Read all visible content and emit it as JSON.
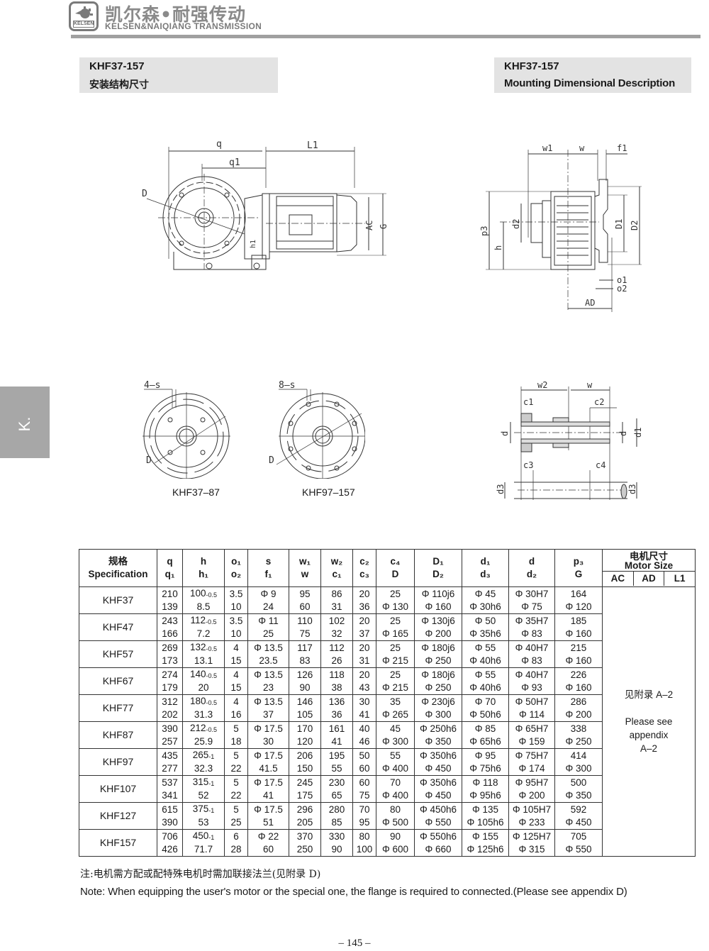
{
  "header": {
    "logo_text": "KELSEN",
    "brand_cn": "凯尔森•耐强传动",
    "brand_en": "KELSEN&NAIQIANG TRANSMISSION"
  },
  "side_tab": {
    "label": "K."
  },
  "title_left": {
    "model": "KHF37-157",
    "subtitle": "安装结构尺寸"
  },
  "title_right": {
    "model": "KHF37-157",
    "subtitle": "Mounting Dimensional Description"
  },
  "drawings": {
    "front_view_labels": [
      "q",
      "q1",
      "L1",
      "D",
      "AC",
      "G",
      "h1"
    ],
    "side_view_labels": [
      "w1",
      "w",
      "f1",
      "p3",
      "d2",
      "h",
      "D1",
      "D2",
      "o1",
      "o2",
      "AD"
    ],
    "flange_4": {
      "label": "4–s",
      "d_label": "D",
      "caption": "KHF37–87"
    },
    "flange_8": {
      "label": "8–s",
      "d_label": "D",
      "caption": "KHF97–157"
    },
    "shaft_view_labels": [
      "w2",
      "w",
      "c1",
      "c2",
      "d",
      "d",
      "d1",
      "c3",
      "c4",
      "d3",
      "d3"
    ]
  },
  "table": {
    "headers": [
      {
        "top": "规格",
        "bottom": "Specification"
      },
      {
        "top": "q",
        "bottom": "q₁"
      },
      {
        "top": "h",
        "bottom": "h₁"
      },
      {
        "top": "o₁",
        "bottom": "o₂"
      },
      {
        "top": "s",
        "bottom": "f₁"
      },
      {
        "top": "w₁",
        "bottom": "w"
      },
      {
        "top": "w₂",
        "bottom": "c₁"
      },
      {
        "top": "c₂",
        "bottom": "c₃"
      },
      {
        "top": "c₄",
        "bottom": "D"
      },
      {
        "top": "D₁",
        "bottom": "D₂"
      },
      {
        "top": "d₁",
        "bottom": "d₃"
      },
      {
        "top": "d",
        "bottom": "d₂"
      },
      {
        "top": "p₃",
        "bottom": "G"
      }
    ],
    "motor_header": {
      "cn": "电机尺寸",
      "en": "Motor Size",
      "cols": [
        "AC",
        "AD",
        "L1"
      ]
    },
    "motor_note": {
      "cn": "见附录 A–2",
      "en1": "Please see",
      "en2": "appendix",
      "en3": "A–2"
    },
    "rows": [
      {
        "model": "KHF37",
        "q": [
          "210",
          "139"
        ],
        "h": [
          "100",
          "-0.5",
          "8.5"
        ],
        "o": [
          "3.5",
          "10"
        ],
        "s": [
          "Φ 9",
          "24"
        ],
        "w": [
          "95",
          "60"
        ],
        "w2": [
          "86",
          "31"
        ],
        "c": [
          "20",
          "36"
        ],
        "c4": [
          "25",
          "Φ 130"
        ],
        "D1": [
          "Φ 110j6",
          "Φ 160"
        ],
        "d1": [
          "Φ 45",
          "Φ 30h6"
        ],
        "d": [
          "Φ 30H7",
          "Φ 75"
        ],
        "p3": [
          "164",
          "Φ 120"
        ]
      },
      {
        "model": "KHF47",
        "q": [
          "243",
          "166"
        ],
        "h": [
          "112",
          "-0.5",
          "7.2"
        ],
        "o": [
          "3.5",
          "10"
        ],
        "s": [
          "Φ 11",
          "25"
        ],
        "w": [
          "110",
          "75"
        ],
        "w2": [
          "102",
          "32"
        ],
        "c": [
          "20",
          "37"
        ],
        "c4": [
          "25",
          "Φ 165"
        ],
        "D1": [
          "Φ 130j6",
          "Φ 200"
        ],
        "d1": [
          "Φ 50",
          "Φ 35h6"
        ],
        "d": [
          "Φ 35H7",
          "Φ 83"
        ],
        "p3": [
          "185",
          "Φ 160"
        ]
      },
      {
        "model": "KHF57",
        "q": [
          "269",
          "173"
        ],
        "h": [
          "132",
          "-0.5",
          "13.1"
        ],
        "o": [
          "4",
          "15"
        ],
        "s": [
          "Φ 13.5",
          "23.5"
        ],
        "w": [
          "117",
          "83"
        ],
        "w2": [
          "112",
          "26"
        ],
        "c": [
          "20",
          "31"
        ],
        "c4": [
          "25",
          "Φ 215"
        ],
        "D1": [
          "Φ 180j6",
          "Φ 250"
        ],
        "d1": [
          "Φ 55",
          "Φ 40h6"
        ],
        "d": [
          "Φ 40H7",
          "Φ 83"
        ],
        "p3": [
          "215",
          "Φ 160"
        ]
      },
      {
        "model": "KHF67",
        "q": [
          "274",
          "179"
        ],
        "h": [
          "140",
          "-0.5",
          "20"
        ],
        "o": [
          "4",
          "15"
        ],
        "s": [
          "Φ 13.5",
          "23"
        ],
        "w": [
          "126",
          "90"
        ],
        "w2": [
          "118",
          "38"
        ],
        "c": [
          "20",
          "43"
        ],
        "c4": [
          "25",
          "Φ 215"
        ],
        "D1": [
          "Φ 180j6",
          "Φ 250"
        ],
        "d1": [
          "Φ 55",
          "Φ 40h6"
        ],
        "d": [
          "Φ 40H7",
          "Φ 93"
        ],
        "p3": [
          "226",
          "Φ 160"
        ]
      },
      {
        "model": "KHF77",
        "q": [
          "312",
          "202"
        ],
        "h": [
          "180",
          "-0.5",
          "31.3"
        ],
        "o": [
          "4",
          "16"
        ],
        "s": [
          "Φ 13.5",
          "37"
        ],
        "w": [
          "146",
          "105"
        ],
        "w2": [
          "136",
          "36"
        ],
        "c": [
          "30",
          "41"
        ],
        "c4": [
          "35",
          "Φ 265"
        ],
        "D1": [
          "Φ 230j6",
          "Φ 300"
        ],
        "d1": [
          "Φ 70",
          "Φ 50h6"
        ],
        "d": [
          "Φ 50H7",
          "Φ 114"
        ],
        "p3": [
          "286",
          "Φ 200"
        ]
      },
      {
        "model": "KHF87",
        "q": [
          "390",
          "257"
        ],
        "h": [
          "212",
          "-0.5",
          "25.9"
        ],
        "o": [
          "5",
          "18"
        ],
        "s": [
          "Φ 17.5",
          "30"
        ],
        "w": [
          "170",
          "120"
        ],
        "w2": [
          "161",
          "41"
        ],
        "c": [
          "40",
          "46"
        ],
        "c4": [
          "45",
          "Φ 300"
        ],
        "D1": [
          "Φ 250h6",
          "Φ 350"
        ],
        "d1": [
          "Φ 85",
          "Φ 65h6"
        ],
        "d": [
          "Φ 65H7",
          "Φ 159"
        ],
        "p3": [
          "338",
          "Φ 250"
        ]
      },
      {
        "model": "KHF97",
        "q": [
          "435",
          "277"
        ],
        "h": [
          "265",
          "-1",
          "32.3"
        ],
        "o": [
          "5",
          "22"
        ],
        "s": [
          "Φ 17.5",
          "41.5"
        ],
        "w": [
          "206",
          "150"
        ],
        "w2": [
          "195",
          "55"
        ],
        "c": [
          "50",
          "60"
        ],
        "c4": [
          "55",
          "Φ 400"
        ],
        "D1": [
          "Φ 350h6",
          "Φ 450"
        ],
        "d1": [
          "Φ 95",
          "Φ 75h6"
        ],
        "d": [
          "Φ 75H7",
          "Φ 174"
        ],
        "p3": [
          "414",
          "Φ 300"
        ]
      },
      {
        "model": "KHF107",
        "q": [
          "537",
          "341"
        ],
        "h": [
          "315",
          "-1",
          "52"
        ],
        "o": [
          "5",
          "22"
        ],
        "s": [
          "Φ 17.5",
          "41"
        ],
        "w": [
          "245",
          "175"
        ],
        "w2": [
          "230",
          "65"
        ],
        "c": [
          "60",
          "75"
        ],
        "c4": [
          "70",
          "Φ 400"
        ],
        "D1": [
          "Φ 350h6",
          "Φ 450"
        ],
        "d1": [
          "Φ 118",
          "Φ 95h6"
        ],
        "d": [
          "Φ 95H7",
          "Φ 200"
        ],
        "p3": [
          "500",
          "Φ 350"
        ]
      },
      {
        "model": "KHF127",
        "q": [
          "615",
          "390"
        ],
        "h": [
          "375",
          "-1",
          "53"
        ],
        "o": [
          "5",
          "25"
        ],
        "s": [
          "Φ 17.5",
          "51"
        ],
        "w": [
          "296",
          "205"
        ],
        "w2": [
          "280",
          "85"
        ],
        "c": [
          "70",
          "95"
        ],
        "c4": [
          "80",
          "Φ 500"
        ],
        "D1": [
          "Φ 450h6",
          "Φ 550"
        ],
        "d1": [
          "Φ 135",
          "Φ 105h6"
        ],
        "d": [
          "Φ 105H7",
          "Φ 233"
        ],
        "p3": [
          "592",
          "Φ 450"
        ]
      },
      {
        "model": "KHF157",
        "q": [
          "706",
          "426"
        ],
        "h": [
          "450",
          "-1",
          "71.7"
        ],
        "o": [
          "6",
          "28"
        ],
        "s": [
          "Φ 22",
          "60"
        ],
        "w": [
          "370",
          "250"
        ],
        "w2": [
          "330",
          "90"
        ],
        "c": [
          "80",
          "100"
        ],
        "c4": [
          "90",
          "Φ 600"
        ],
        "D1": [
          "Φ 550h6",
          "Φ 660"
        ],
        "d1": [
          "Φ 155",
          "Φ 125h6"
        ],
        "d": [
          "Φ 125H7",
          "Φ 315"
        ],
        "p3": [
          "705",
          "Φ 550"
        ]
      }
    ]
  },
  "notes": {
    "cn": "注:电机需方配或配特殊电机时需加联接法兰(见附录 D)",
    "en": "Note: When equipping the user's motor or the special one, the flange is required to connected.(Please see appendix D)"
  },
  "page_number": "– 145 –"
}
